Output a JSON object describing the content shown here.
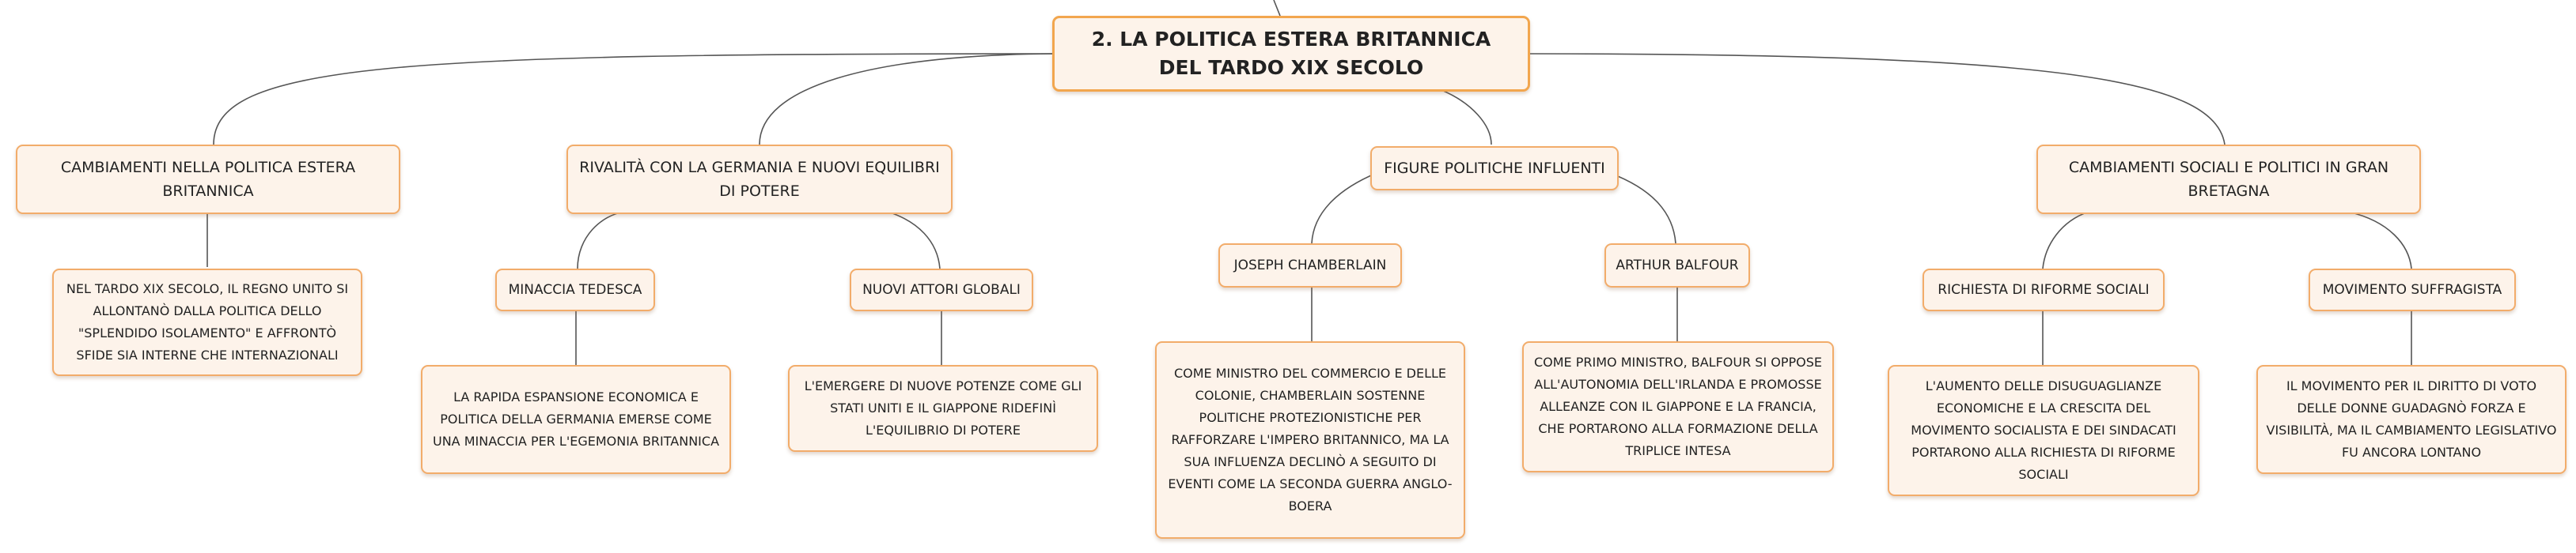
{
  "map": {
    "root": "2. LA POLITICA ESTERA BRITANNICA DEL TARDO XIX SECOLO",
    "branches": [
      {
        "title": "CAMBIAMENTI NELLA POLITICA ESTERA BRITANNICA",
        "text": "NEL TARDO XIX SECOLO, IL REGNO UNITO SI ALLONTANÒ DALLA POLITICA DELLO \"SPLENDIDO ISOLAMENTO\" E AFFRONTÒ SFIDE SIA INTERNE CHE INTERNAZIONALI"
      },
      {
        "title": "RIVALITÀ CON LA GERMANIA E NUOVI EQUILIBRI DI POTERE",
        "children": [
          {
            "title": "MINACCIA TEDESCA",
            "text": "LA RAPIDA ESPANSIONE ECONOMICA E POLITICA DELLA GERMANIA EMERSE COME UNA MINACCIA PER L'EGEMONIA BRITANNICA"
          },
          {
            "title": "NUOVI ATTORI GLOBALI",
            "text": "L'EMERGERE DI NUOVE POTENZE COME GLI STATI UNITI E IL GIAPPONE RIDEFINÌ L'EQUILIBRIO DI POTERE"
          }
        ]
      },
      {
        "title": "FIGURE POLITICHE INFLUENTI",
        "children": [
          {
            "title": "JOSEPH CHAMBERLAIN",
            "text": "COME MINISTRO DEL COMMERCIO E DELLE COLONIE, CHAMBERLAIN SOSTENNE POLITICHE PROTEZIONISTICHE PER RAFFORZARE L'IMPERO BRITANNICO, MA LA SUA INFLUENZA DECLINÒ A SEGUITO DI EVENTI COME LA SECONDA GUERRA ANGLO-BOERA"
          },
          {
            "title": "ARTHUR BALFOUR",
            "text": "COME PRIMO MINISTRO, BALFOUR SI OPPOSE ALL'AUTONOMIA DELL'IRLANDA E PROMOSSE ALLEANZE CON IL GIAPPONE E LA FRANCIA, CHE PORTARONO ALLA FORMAZIONE DELLA TRIPLICE INTESA"
          }
        ]
      },
      {
        "title": "CAMBIAMENTI SOCIALI E POLITICI IN GRAN BRETAGNA",
        "children": [
          {
            "title": "RICHIESTA DI RIFORME SOCIALI",
            "text": "L'AUMENTO DELLE DISUGUAGLIANZE ECONOMICHE E LA CRESCITA DEL MOVIMENTO SOCIALISTA E DEI SINDACATI PORTARONO ALLA RICHIESTA DI RIFORME SOCIALI"
          },
          {
            "title": "MOVIMENTO SUFFRAGISTA",
            "text": "IL MOVIMENTO PER IL DIRITTO DI VOTO DELLE DONNE GUADAGNÒ FORZA E VISIBILITÀ, MA IL CAMBIAMENTO LEGISLATIVO FU ANCORA LONTANO"
          }
        ]
      }
    ]
  }
}
